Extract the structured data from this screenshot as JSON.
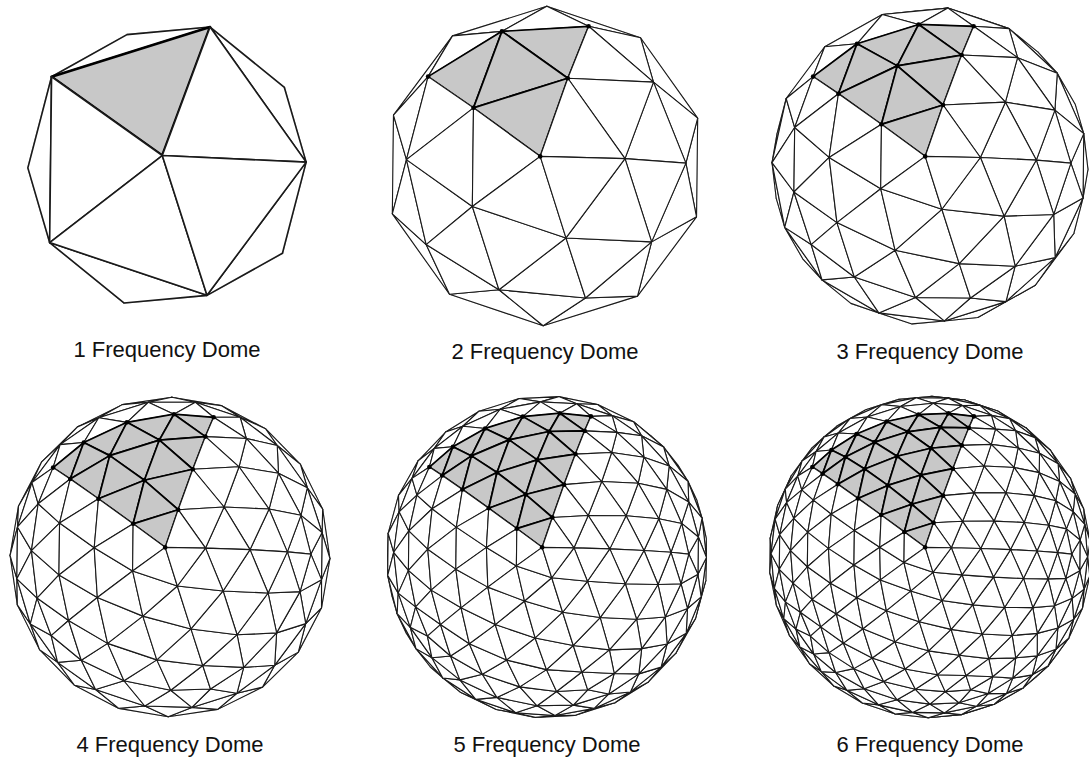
{
  "diagram": {
    "labels": [
      "1 Frequency Dome",
      "2 Frequency Dome",
      "3 Frequency Dome",
      "4 Frequency Dome",
      "5 Frequency Dome",
      "6 Frequency Dome"
    ]
  }
}
